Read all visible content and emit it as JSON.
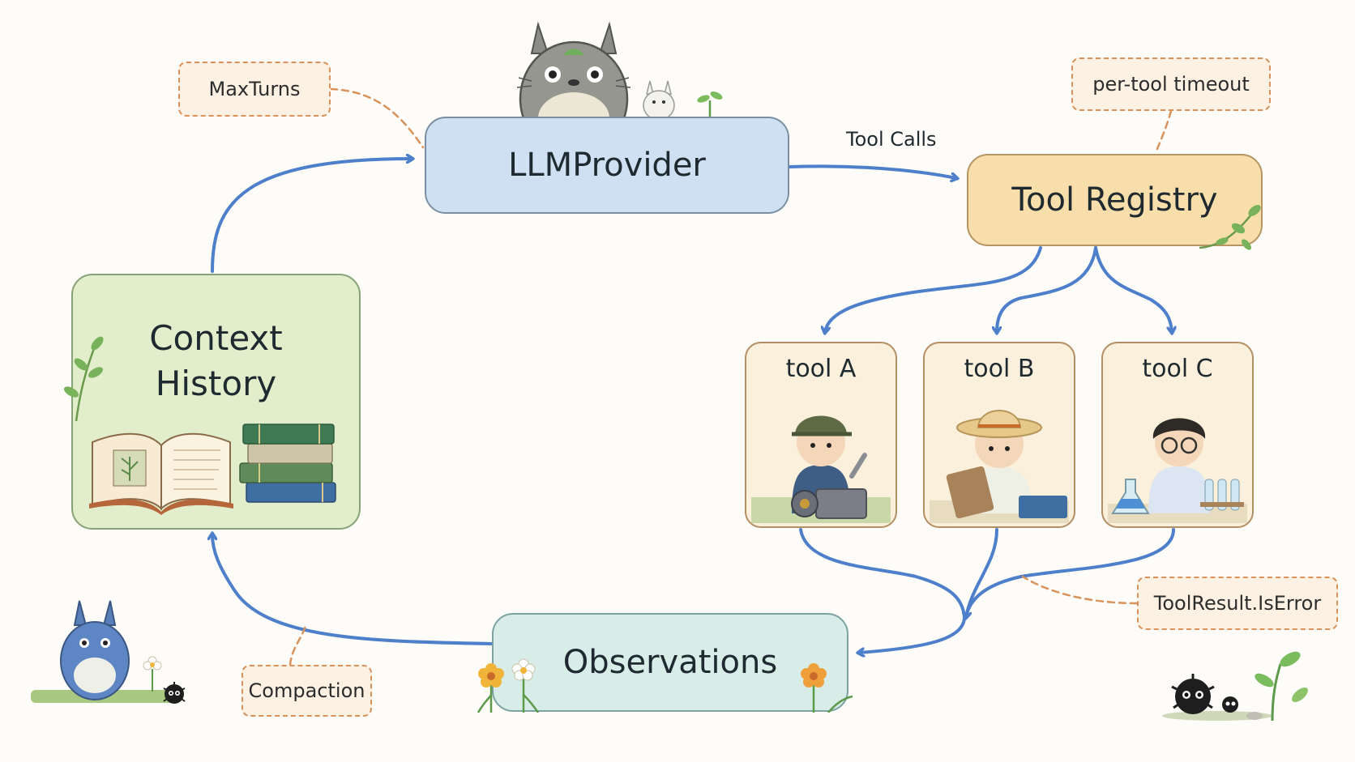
{
  "nodes": {
    "llm": "LLMProvider",
    "registry": "Tool Registry",
    "context": "Context\nHistory",
    "observations": "Observations",
    "tool_a": "tool A",
    "tool_b": "tool B",
    "tool_c": "tool C"
  },
  "edges": {
    "tool_calls": "Tool Calls"
  },
  "notes": {
    "max_turns": "MaxTurns",
    "per_tool_timeout": "per-tool timeout",
    "tool_result_error": "ToolResult.IsError",
    "compaction": "Compaction"
  },
  "colors": {
    "arrow": "#4e7fcb",
    "dashed_note": "#d8925a",
    "llm_fill": "#cfe0f2",
    "registry_fill": "#f8deaa",
    "context_fill": "#e2eecb",
    "observations_fill": "#d8ece8",
    "tool_fill": "#faf0dc"
  },
  "illustrations": [
    "totoro-icon",
    "chibi-totoro-icon",
    "blue-totoro-icon",
    "soot-sprite-icon",
    "open-book-icon",
    "book-stack-icon",
    "sprout-icon",
    "flower-icon",
    "mechanic-child-icon",
    "clipboard-child-icon",
    "scientist-child-icon"
  ]
}
